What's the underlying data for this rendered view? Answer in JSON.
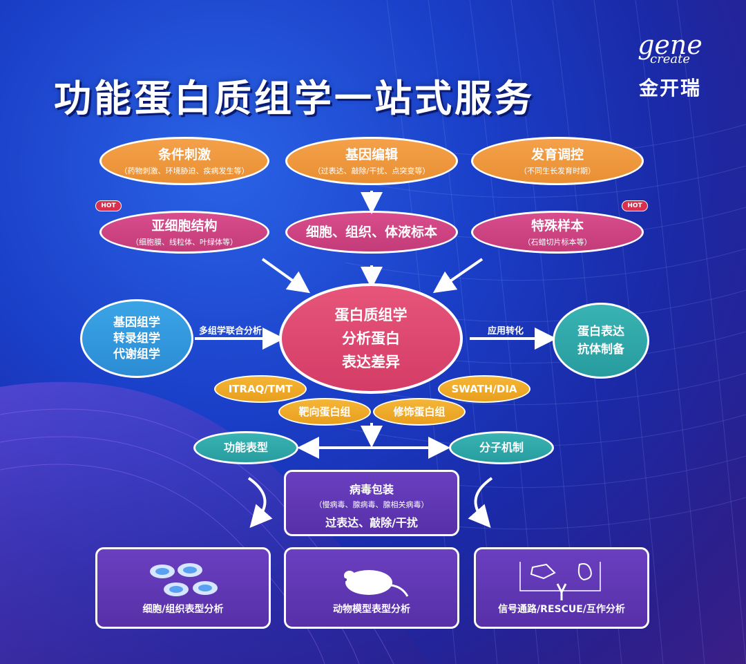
{
  "title": "功能蛋白质组学一站式服务",
  "logo": {
    "mark": "gene",
    "sub": "create",
    "cn": "金开瑞"
  },
  "top_row": [
    {
      "main": "条件刺激",
      "sub": "（药物刺激、环境胁迫、疾病发生等）"
    },
    {
      "main": "基因编辑",
      "sub": "（过表达、敲除/干扰、点突变等）"
    },
    {
      "main": "发育调控",
      "sub": "（不同生长发育时期）"
    }
  ],
  "second_row": [
    {
      "main": "亚细胞结构",
      "sub": "（细胞膜、线粒体、叶绿体等）",
      "badge": "HOT"
    },
    {
      "main": "细胞、组织、体液标本",
      "sub": ""
    },
    {
      "main": "特殊样本",
      "sub": "（石蜡切片标本等）",
      "badge": "HOT"
    }
  ],
  "center": {
    "line1": "蛋白质组学",
    "line2": "分析蛋白",
    "line3": "表达差异"
  },
  "left": {
    "line1": "基因组学",
    "line2": "转录组学",
    "line3": "代谢组学",
    "arrow_label": "多组学联合分析"
  },
  "right": {
    "line1": "蛋白表达",
    "line2": "抗体制备",
    "arrow_label": "应用转化"
  },
  "methods": [
    "ITRAQ/TMT",
    "SWATH/DIA",
    "靶向蛋白组",
    "修饰蛋白组"
  ],
  "outcomes": {
    "left": "功能表型",
    "right": "分子机制"
  },
  "virus": {
    "title": "病毒包装",
    "sub": "（慢病毒、腺病毒、腺相关病毒）",
    "line": "过表达、敲除/干扰"
  },
  "bottom": [
    "细胞/组织表型分析",
    "动物模型表型分析",
    "信号通路/RESCUE/互作分析"
  ],
  "colors": {
    "orange": "#f4a14a",
    "pink": "#d94d8d",
    "center": "#e7557a",
    "blue": "#3aa4e6",
    "teal": "#39b3b3",
    "gold": "#f5b537",
    "purple": "#5f36b4"
  }
}
